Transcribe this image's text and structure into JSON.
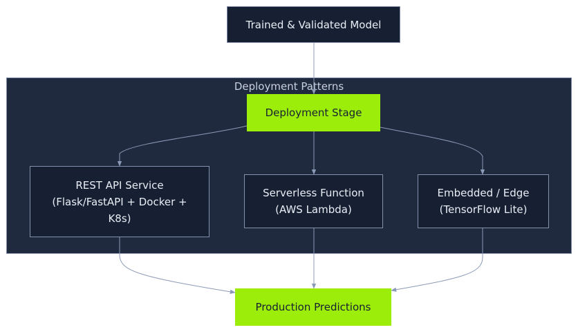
{
  "diagram": {
    "group_label": "Deployment Patterns",
    "nodes": {
      "model": "Trained & Validated Model",
      "deployment_stage": "Deployment Stage",
      "rest_api": "REST API Service\n(Flask/FastAPI + Docker +\nK8s)",
      "serverless": "Serverless Function\n(AWS Lambda)",
      "edge": "Embedded / Edge\n(TensorFlow Lite)",
      "production": "Production Predictions"
    },
    "colors": {
      "background": "#ffffff",
      "group_fill": "#1f2a3e",
      "node_fill": "#172032",
      "accent_fill": "#9ded0b",
      "edge_stroke": "#8b9ab6",
      "text_light": "#e9edf5",
      "text_dark": "#172032"
    }
  }
}
